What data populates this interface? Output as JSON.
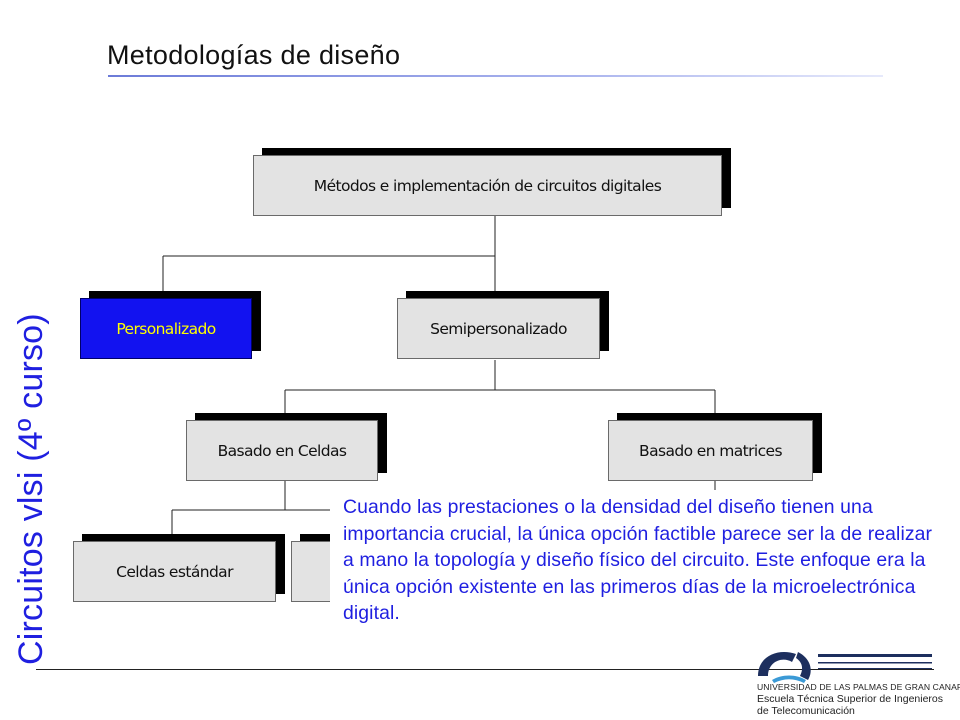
{
  "slide": {
    "title": "Metodologías  de diseño",
    "side_label": "Circuitos vlsi (4º curso)"
  },
  "tree": {
    "root": "Métodos e implementación de circuitos digitales",
    "personalizado": "Personalizado",
    "semipersonalizado": "Semipersonalizado",
    "basado_celdas": "Basado en Celdas",
    "basado_matrices": "Basado en matrices",
    "celdas_estandar": "Celdas estándar"
  },
  "callout": {
    "text": "Cuando las prestaciones o la densidad del diseño tienen una importancia crucial, la única opción factible parece ser la de realizar a mano la topología y diseño físico del circuito. Este enfoque era la única opción existente en las primeros días de la microelectrónica digital."
  },
  "logo": {
    "line1": "UNIVERSIDAD DE LAS PALMAS DE GRAN CANARIA",
    "line2": "Escuela Técnica Superior de Ingenieros",
    "line3": "de Telecomunicación"
  },
  "colors": {
    "highlight_node_fill": "#1212f0",
    "highlight_node_text": "#ffff00",
    "callout_text": "#1f1fe0",
    "side_label": "#1f1fe0",
    "node_fill": "#e3e3e3",
    "logo_navy": "#1d2f5e",
    "logo_cyan": "#3b9ad6"
  },
  "icons": {
    "logo": "university-logo-icon"
  }
}
